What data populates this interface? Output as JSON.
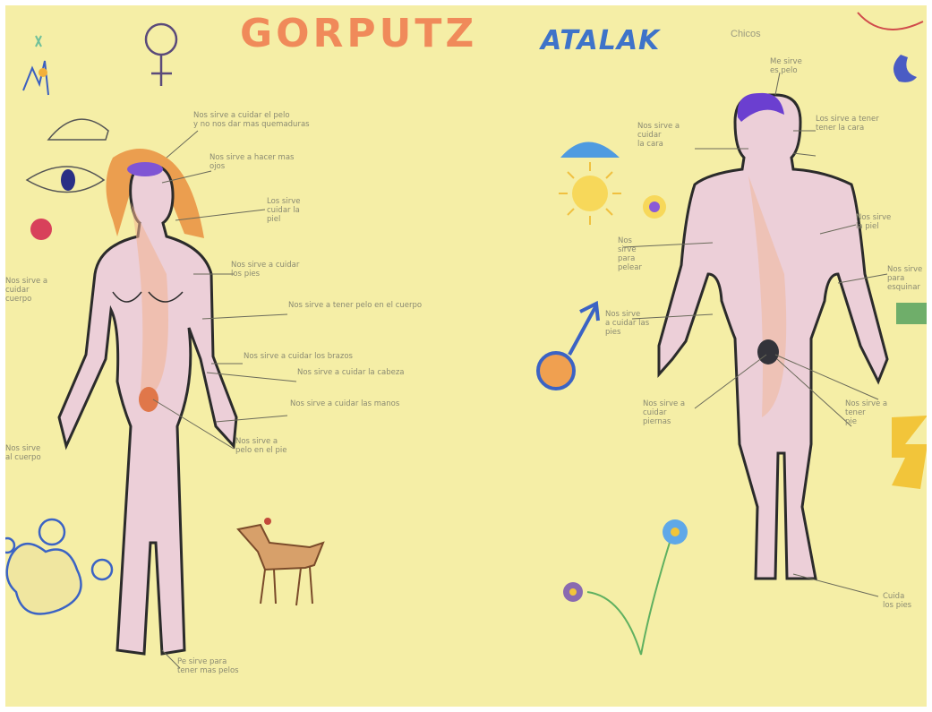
{
  "poster": {
    "title_left": "GORPUTZ",
    "title_right": "ATALAK",
    "subtitle_right": "Chicos",
    "colors": {
      "paper": "#f5eea6",
      "skin": "#eccfd8",
      "outline": "#2b2b2b",
      "hair_female": "#e8893a",
      "hair_male": "#6b3fd0",
      "title_orange": "#f08a5a",
      "title_blue": "#3e73c9"
    },
    "icons": [
      "female-symbol-icon",
      "male-symbol-icon",
      "eye-icon",
      "sun-icon",
      "moon-icon",
      "flower-icon",
      "dog-icon"
    ],
    "notes": [
      "Nos sirve a cuidar el pelo\ny no nos dar mas quemaduras",
      "Nos sirve a hacer mas\nojos",
      "Los sirve\ncuidar la\npiel",
      "Nos sirve a cuidar\nlos pies",
      "Nos sirve a tener pelo en el cuerpo",
      "Nos sirve a cuidar los brazos",
      "Nos sirve a cuidar la cabeza",
      "Nos sirve a cuidar las manos",
      "Nos sirve a\npelo en el pie",
      "Nos sirve a\ncuidar\ncuerpo",
      "Nos sirve\nal cuerpo",
      "Pe sirve para\ntener mas pelos",
      "Me sirve\nes pelo",
      "Nos sirve a\ncuidar\nla cara",
      "Los sirve a tener\ntener la cara",
      "Nos sirve\nla piel",
      "Nos\nsirve\npara\npelear",
      "Nos sirve\na cuidar las\npies",
      "Nos sirve a\ncuidar\npiernas",
      "Nos sirve a\ntener\npie",
      "Cuida\nlos pies",
      "Nos sirve\npara\nesquinar"
    ]
  }
}
